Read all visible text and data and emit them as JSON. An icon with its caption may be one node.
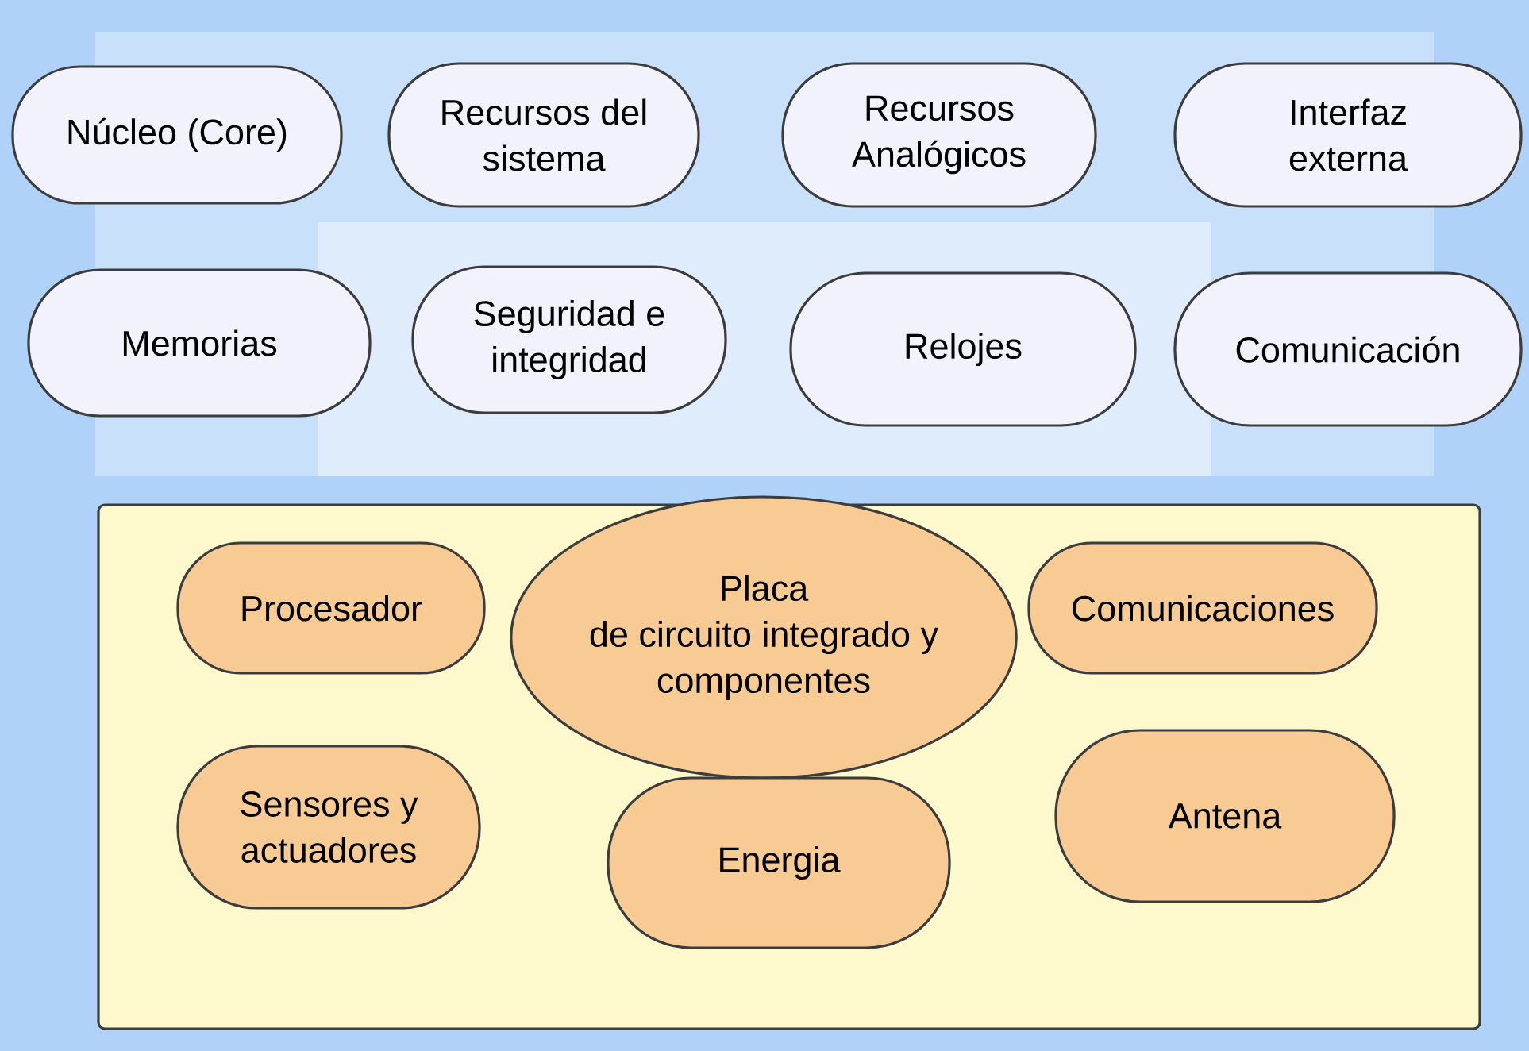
{
  "diagram": {
    "nodes": [
      {
        "text": [
          "Núcleo (Core)"
        ]
      },
      {
        "text": [
          "Recursos del sistema"
        ]
      },
      {
        "text": [
          "Recursos Analógicos"
        ]
      },
      {
        "text": [
          "Interfaz externa"
        ]
      },
      {
        "text": [
          "Memorias"
        ]
      },
      {
        "text": [
          "Seguridad e integridad"
        ]
      },
      {
        "text": [
          "Relojes"
        ]
      },
      {
        "text": [
          "Comunicación"
        ]
      },
      {
        "text": [],
        "shape": "box"
      },
      {
        "text": [
          "Procesador"
        ],
        "in": 8
      },
      {
        "text": [
          "Placa de circuito integrado y componentes"
        ],
        "in": 8
      },
      {
        "text": [
          "Comunicaciones"
        ],
        "in": 8
      },
      {
        "text": [
          "Sensores y actuadores"
        ],
        "in": 8
      },
      {
        "text": [
          "Energia"
        ],
        "in": 8
      },
      {
        "text": [
          "Antena"
        ],
        "in": 8
      }
    ]
  }
}
